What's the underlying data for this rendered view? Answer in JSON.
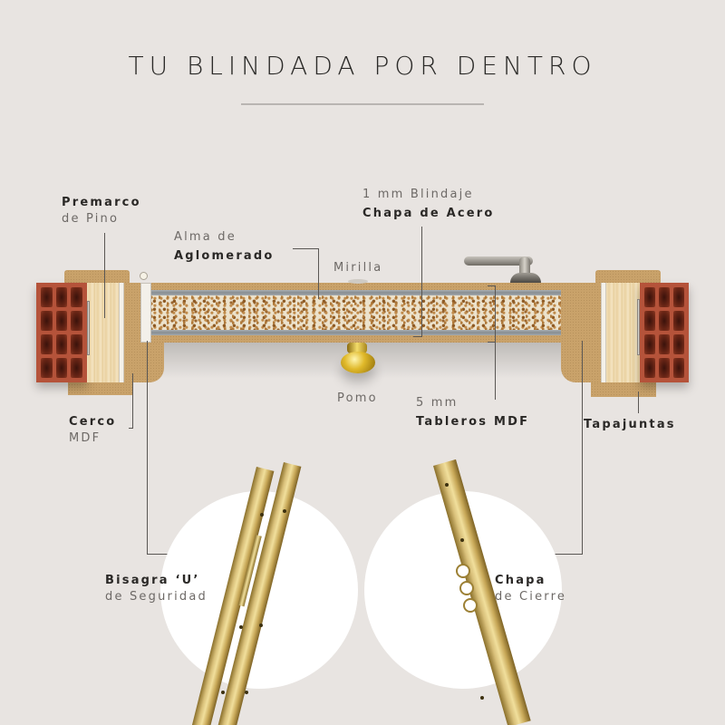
{
  "title": "TU BLINDADA POR DENTRO",
  "colors": {
    "background": "#e8e4e1",
    "title_rule": "#b9b5b2",
    "leader_line": "#5a5754",
    "mdf": "#c9a26a",
    "brick": "#b5533a",
    "pine": "#f1dfb8",
    "steel": "#9aa0a4",
    "brass": "#d9c07a",
    "circle": "#ffffff"
  },
  "labels": {
    "premarco": {
      "bold": "Premarco",
      "light": "de Pino"
    },
    "alma": {
      "light": "Alma de",
      "bold": "Aglomerado"
    },
    "blindaje": {
      "light": "1 mm Blindaje",
      "bold": "Chapa de Acero"
    },
    "mirilla": {
      "light": "Mirilla"
    },
    "pomo": {
      "light": "Pomo"
    },
    "tableros": {
      "light": "5 mm",
      "bold": "Tableros MDF"
    },
    "cerco": {
      "bold": "Cerco",
      "light": "MDF"
    },
    "tapajuntas": {
      "bold": "Tapajuntas"
    },
    "bisagra": {
      "bold": "Bisagra ‘U’",
      "light": "de Seguridad"
    },
    "chapa": {
      "bold": "Chapa",
      "light": "de Cierre"
    }
  },
  "components": [
    "brick-wall-left",
    "premarco-left",
    "cerco-left",
    "door-leaf",
    "handle",
    "knob",
    "peephole",
    "cerco-right",
    "premarco-right",
    "brick-wall-right",
    "security-hinge",
    "strike-plate"
  ]
}
